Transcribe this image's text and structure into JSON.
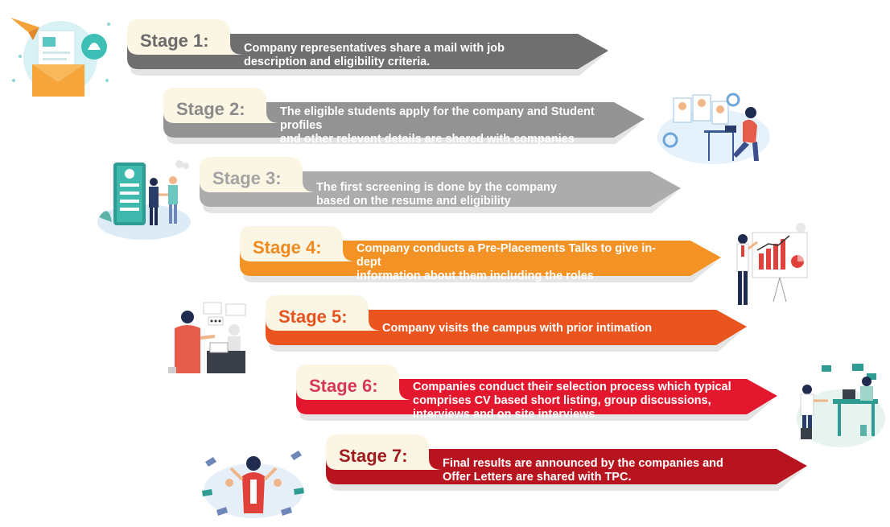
{
  "stages": [
    {
      "label": "Stage 1:",
      "text": "Company representatives share a mail with job\ndescription and eligibility criteria.",
      "band": "#6f6f6f",
      "label_color": "#6a6a6a"
    },
    {
      "label": "Stage 2:",
      "text": "The eligible students apply for the company and Student profiles\nand other relevant details are shared with companies",
      "band": "#939393",
      "label_color": "#8a8a8a"
    },
    {
      "label": "Stage 3:",
      "text": "The first screening is done by the company\nbased on the resume and eligibility",
      "band": "#acacac",
      "label_color": "#a3a3a3"
    },
    {
      "label": "Stage 4:",
      "text": "Company conducts a Pre-Placements Talks to give in-dept\ninformation about them including the roles\nand profiles being offered",
      "band": "#f39325",
      "label_color": "#ee8a1f"
    },
    {
      "label": "Stage 5:",
      "text": "Company visits the campus with prior intimation",
      "band": "#e9541f",
      "label_color": "#e55320"
    },
    {
      "label": "Stage 6:",
      "text": "Companies conduct their selection process which typical\ncomprises CV based short listing, group discussions,\ninterviews and on site interviews",
      "band": "#e3172e",
      "label_color": "#d6375a"
    },
    {
      "label": "Stage 7:",
      "text": "Final results are announced by the companies and\nOffer Letters are shared with TPC.",
      "band": "#b8141f",
      "label_color": "#9e1a1e"
    }
  ],
  "illustrations": {
    "mail": "mail-envelope-icon",
    "profiles": "profile-review-illustration",
    "resume": "resume-handshake-illustration",
    "presentation": "presentation-chart-illustration",
    "visit": "campus-visit-illustration",
    "interview": "interview-desk-illustration",
    "celebration": "thumbs-up-celebration-illustration"
  }
}
